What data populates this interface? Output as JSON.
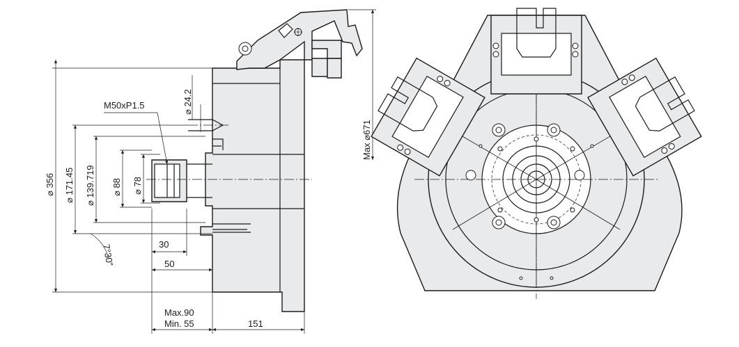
{
  "side_view": {
    "thread_label": "M50xP1.5",
    "dia_24_2": "⌀ 24.2",
    "dia_356": "⌀ 356",
    "dia_171_45": "⌀ 171.45",
    "dia_139_719": "⌀ 139.719",
    "dia_88": "⌀ 88",
    "dia_78": "⌀ 78",
    "angle": "7°30\"",
    "len_30": "30",
    "len_50": "50",
    "max_stroke": "Max.90",
    "min_stroke": "Min. 55",
    "len_151": "151",
    "swing_dia": "Max ⌀671"
  },
  "colors": {
    "body_fill": "#e9eaec",
    "line": "#1a1a1a"
  }
}
